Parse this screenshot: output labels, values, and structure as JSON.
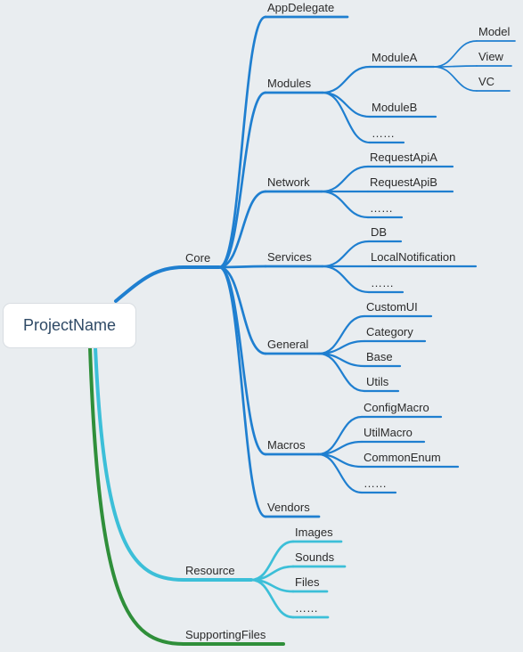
{
  "colors": {
    "background": "#e9edf0",
    "core": "#1f7fd0",
    "resource": "#3cbfd8",
    "supporting": "#2f8f3a",
    "text": "#2b2b2b",
    "root_text": "#2f4a66"
  },
  "tree": {
    "root": "ProjectName",
    "branches": [
      {
        "label": "Core",
        "color": "core",
        "children": [
          {
            "label": "AppDelegate"
          },
          {
            "label": "Modules",
            "children": [
              {
                "label": "ModuleA",
                "children": [
                  {
                    "label": "Model"
                  },
                  {
                    "label": "View"
                  },
                  {
                    "label": "VC"
                  }
                ]
              },
              {
                "label": "ModuleB"
              },
              {
                "label": "……"
              }
            ]
          },
          {
            "label": "Network",
            "children": [
              {
                "label": "RequestApiA"
              },
              {
                "label": "RequestApiB"
              },
              {
                "label": "……"
              }
            ]
          },
          {
            "label": "Services",
            "children": [
              {
                "label": "DB"
              },
              {
                "label": "LocalNotification"
              },
              {
                "label": "……"
              }
            ]
          },
          {
            "label": "General",
            "children": [
              {
                "label": "CustomUI"
              },
              {
                "label": "Category"
              },
              {
                "label": "Base"
              },
              {
                "label": "Utils"
              }
            ]
          },
          {
            "label": "Macros",
            "children": [
              {
                "label": "ConfigMacro"
              },
              {
                "label": "UtilMacro"
              },
              {
                "label": "CommonEnum"
              },
              {
                "label": "……"
              }
            ]
          },
          {
            "label": "Vendors"
          }
        ]
      },
      {
        "label": "Resource",
        "color": "resource",
        "children": [
          {
            "label": "Images"
          },
          {
            "label": "Sounds"
          },
          {
            "label": "Files"
          },
          {
            "label": "……"
          }
        ]
      },
      {
        "label": "SupportingFiles",
        "color": "supporting"
      }
    ]
  }
}
